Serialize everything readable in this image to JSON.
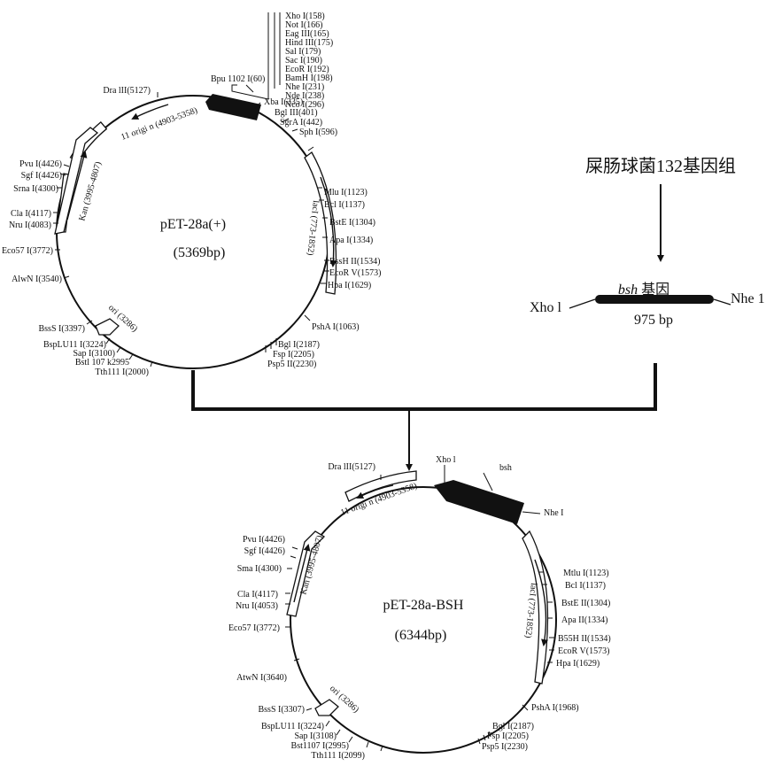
{
  "plasmid_top": {
    "name": "pET-28a(+)",
    "size": "(5369bp)",
    "mcs_sites": [
      "Xho I(158)",
      "Not I(166)",
      "Eag  III(165)",
      "Hind  III(175)",
      "Sal I(179)",
      "Sac I(190)",
      "EcoR I(192)",
      "BamH  I(198)",
      "Nhe  I(231)",
      "Nde I(238)",
      "Nco I(296)"
    ],
    "mcs_bpu": "Bpu 1102 I(60)",
    "sites_right": [
      "Xba I(335)",
      "Bgl III(401)",
      "SgrA I(442)",
      "Sph I(596)",
      "Mlu I(1123)",
      "Bcl I(1137)",
      "BstE I(1304)",
      "Apa I(1334)",
      "BssH II(1534)",
      "EcoR V(1573)",
      "Hpa I(1629)",
      "PshA I(1063)",
      "Bgl I(2187)",
      "Fsp I(2205)",
      "Psp5 II(2230)"
    ],
    "sites_left": [
      "Dra lII(5127)",
      "Pvu I(4426)",
      "Sgf I(4426)",
      "Srna I(4300)",
      "Cla I(4117)",
      "Nru I(4083)",
      "Eco57 I(3772)",
      "AlwN I(3540)",
      "BssS I(3397)",
      "BspLU11 I(3224)",
      "Sap I(3100)",
      "Bstl 107 k2995",
      "Tth111 I(2000)"
    ],
    "features": [
      "11 origi n (4903-5358)",
      "Kan (3995-4807)",
      "lacI (773-1852)",
      "ori (3286)"
    ]
  },
  "insert": {
    "title": "屎肠球菌132基因组",
    "gene": "bsh",
    "gene_suffix": " 基因",
    "left_site": "Xho l",
    "right_site": "Nhe 1",
    "length": "975 bp"
  },
  "plasmid_bottom": {
    "name": "pET-28a-BSH",
    "size": "(6344bp)",
    "insert_labels": [
      "Xho l",
      "bsh",
      "Nhe I"
    ],
    "sites_right": [
      "Mtlu I(1123)",
      "Bcl I(1137)",
      "BstE II(1304)",
      "Apa II(1334)",
      "B55H II(1534)",
      "EcoR V(1573)",
      "Hpa I(1629)",
      "PshA I(1968)",
      "Bgl I(2187)",
      "Fsp I(2205)",
      "Psp5 I(2230)"
    ],
    "sites_left": [
      "Dra lII(5127)",
      "Pvu I(4426)",
      "Sgf I(4426)",
      "Sma I(4300)",
      "Cla I(4117)",
      "Nru I(4053)",
      "Eco57 I(3772)",
      "AtwN I(3640)",
      "BssS I(3307)",
      "BspLU11 I(3224)",
      "Sap I(3108)",
      "Bst1107 I(2995)",
      "Tth111 I(2099)"
    ],
    "features": [
      "11 origi n (4903-5358)",
      "Kan (3995-4807)",
      "lacI (773-1852)",
      "ori (3286)"
    ]
  }
}
